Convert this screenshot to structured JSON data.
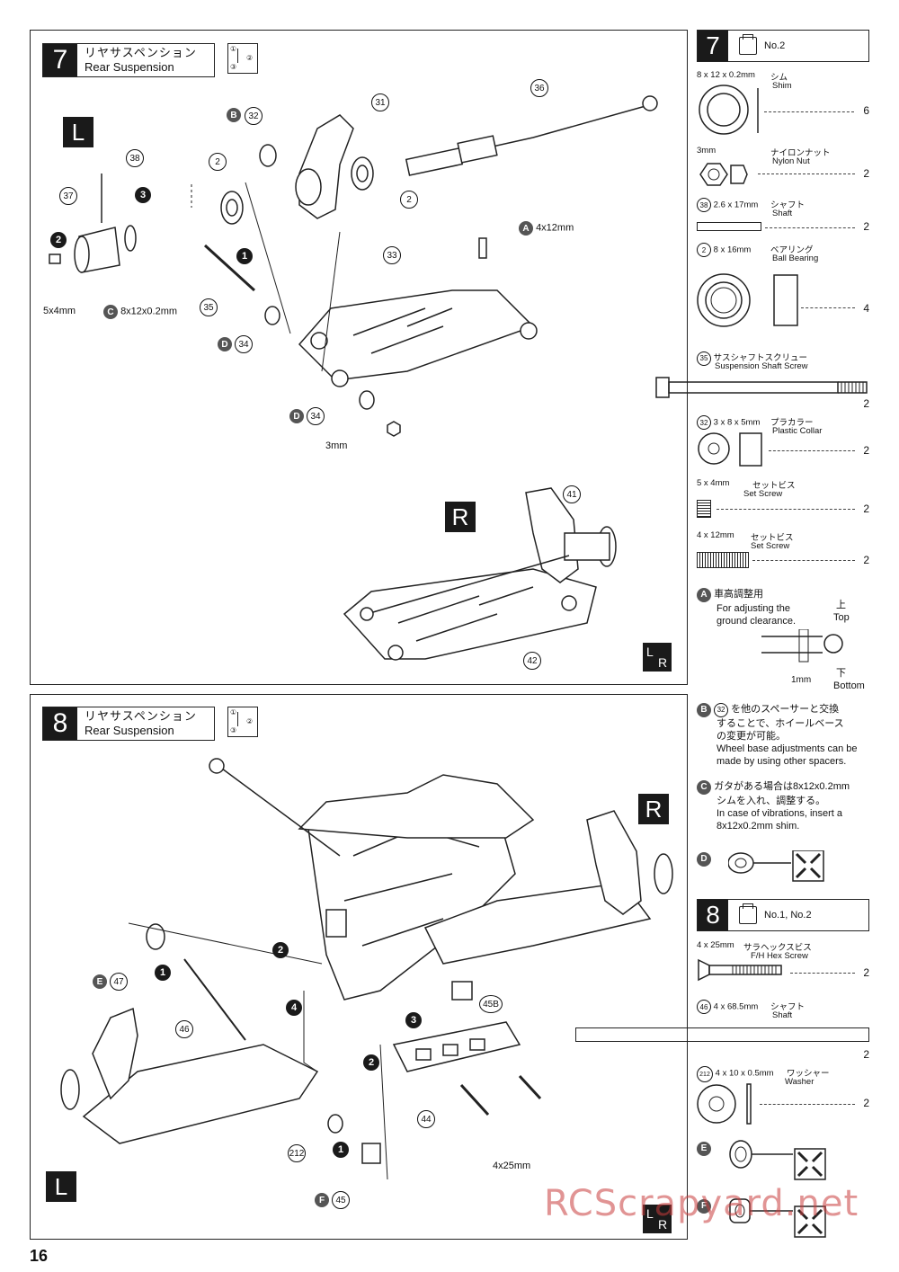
{
  "page_number": "16",
  "watermark": "RCScrapyard.net",
  "step7": {
    "number": "7",
    "title_jp": "リヤサスペンション",
    "title_en": "Rear Suspension",
    "order_icon": [
      "①",
      "②",
      "③"
    ],
    "side_left": "L",
    "side_right": "R",
    "lr_mark": [
      "L",
      "R"
    ],
    "callouts": {
      "c31": "31",
      "c36": "36",
      "c32": "32",
      "c2a": "2",
      "c2b": "2",
      "c38": "38",
      "c37": "37",
      "c33": "33",
      "c35": "35",
      "c34a": "34",
      "c34b": "34",
      "c41": "41",
      "c42": "42",
      "stepA": "A",
      "stepA_spec": "4x12mm",
      "stepB": "B",
      "stepC": "C",
      "stepC_spec": "8x12x0.2mm",
      "stepD1": "D",
      "stepD2": "D",
      "nut": "3mm",
      "setscrew": "5x4mm",
      "seq1": "1",
      "seq2": "2",
      "seq3": "3"
    }
  },
  "step8": {
    "number": "8",
    "title_jp": "リヤサスペンション",
    "title_en": "Rear Suspension",
    "order_icon": [
      "①",
      "②",
      "③"
    ],
    "side_left": "L",
    "side_right": "R",
    "lr_mark": [
      "L",
      "R"
    ],
    "callouts": {
      "c47": "47",
      "c46": "46",
      "c45B": "45B",
      "c44": "44",
      "c212": "212",
      "c45": "45",
      "stepE": "E",
      "stepF": "F",
      "screw": "4x25mm",
      "seq1a": "1",
      "seq2a": "2",
      "seq3": "3",
      "seq4": "4",
      "seq2b": "2",
      "seq1b": "1"
    }
  },
  "parts7": {
    "number": "7",
    "bag": "No.2",
    "items": [
      {
        "spec": "8 x 12 x 0.2mm",
        "jp": "シム",
        "en": "Shim",
        "qty": "6"
      },
      {
        "spec": "3mm",
        "jp": "ナイロンナット",
        "en": "Nylon Nut",
        "qty": "2"
      },
      {
        "ref": "38",
        "spec": "2.6 x 17mm",
        "jp": "シャフト",
        "en": "Shaft",
        "qty": "2"
      },
      {
        "ref": "2",
        "spec": "8 x 16mm",
        "jp": "ベアリング",
        "en": "Ball Bearing",
        "qty": "4"
      },
      {
        "ref": "35",
        "spec": "",
        "jp": "サスシャフトスクリュー",
        "en": "Suspension Shaft Screw",
        "qty": "2"
      },
      {
        "ref": "32",
        "spec": "3 x 8 x 5mm",
        "jp": "プラカラー",
        "en": "Plastic Collar",
        "qty": "2"
      },
      {
        "spec": "5 x 4mm",
        "jp": "セットビス",
        "en": "Set Screw",
        "qty": "2"
      },
      {
        "spec": "4 x 12mm",
        "jp": "セットビス",
        "en": "Set Screw",
        "qty": "2"
      }
    ]
  },
  "notes": {
    "A_letter": "A",
    "A_jp": "車高調整用",
    "A_en1": "For adjusting the",
    "A_en2": "ground clearance.",
    "top_jp": "上",
    "top_en": "Top",
    "bottom_jp": "下",
    "bottom_en": "Bottom",
    "gap": "1mm",
    "B_letter": "B",
    "B_ref": "32",
    "B_jp1": "を他のスペーサーと交換",
    "B_jp2": "することで、ホイールベース",
    "B_jp3": "の変更が可能。",
    "B_en1": "Wheel base adjustments can be",
    "B_en2": "made by using other spacers.",
    "C_letter": "C",
    "C_jp1": "ガタがある場合は8x12x0.2mm",
    "C_jp2": "シムを入れ、調整する。",
    "C_en1": "In case of vibrations, insert a",
    "C_en2": "8x12x0.2mm shim.",
    "D_letter": "D",
    "E_letter": "E",
    "F_letter": "F"
  },
  "parts8": {
    "number": "8",
    "bag": "No.1, No.2",
    "items": [
      {
        "spec": "4 x 25mm",
        "jp": "サラヘックスビス",
        "en": "F/H Hex Screw",
        "qty": "2"
      },
      {
        "ref": "46",
        "spec": "4 x 68.5mm",
        "jp": "シャフト",
        "en": "Shaft",
        "qty": "2"
      },
      {
        "ref": "212",
        "spec": "4 x 10 x 0.5mm",
        "jp": "ワッシャー",
        "en": "Washer",
        "qty": "2"
      }
    ]
  }
}
